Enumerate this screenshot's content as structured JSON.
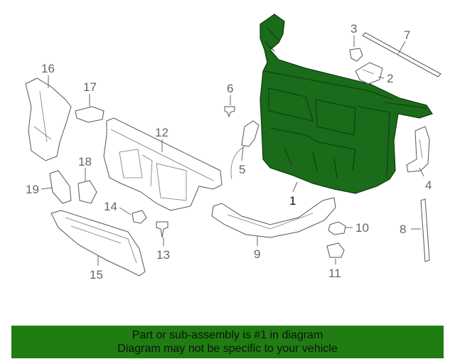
{
  "callouts": {
    "c1": "1",
    "c2": "2",
    "c3": "3",
    "c4": "4",
    "c5": "5",
    "c6": "6",
    "c7": "7",
    "c8": "8",
    "c9": "9",
    "c10": "10",
    "c11": "11",
    "c12": "12",
    "c13": "13",
    "c14": "14",
    "c15": "15",
    "c16": "16",
    "c17": "17",
    "c18": "18",
    "c19": "19"
  },
  "banner": {
    "line1": "Part or sub-assembly is #1 in diagram",
    "line2": "Diagram may not be specific to your vehicle"
  },
  "colors": {
    "highlight_part": "#1a6b1a",
    "banner_bg": "#1f7d12"
  }
}
